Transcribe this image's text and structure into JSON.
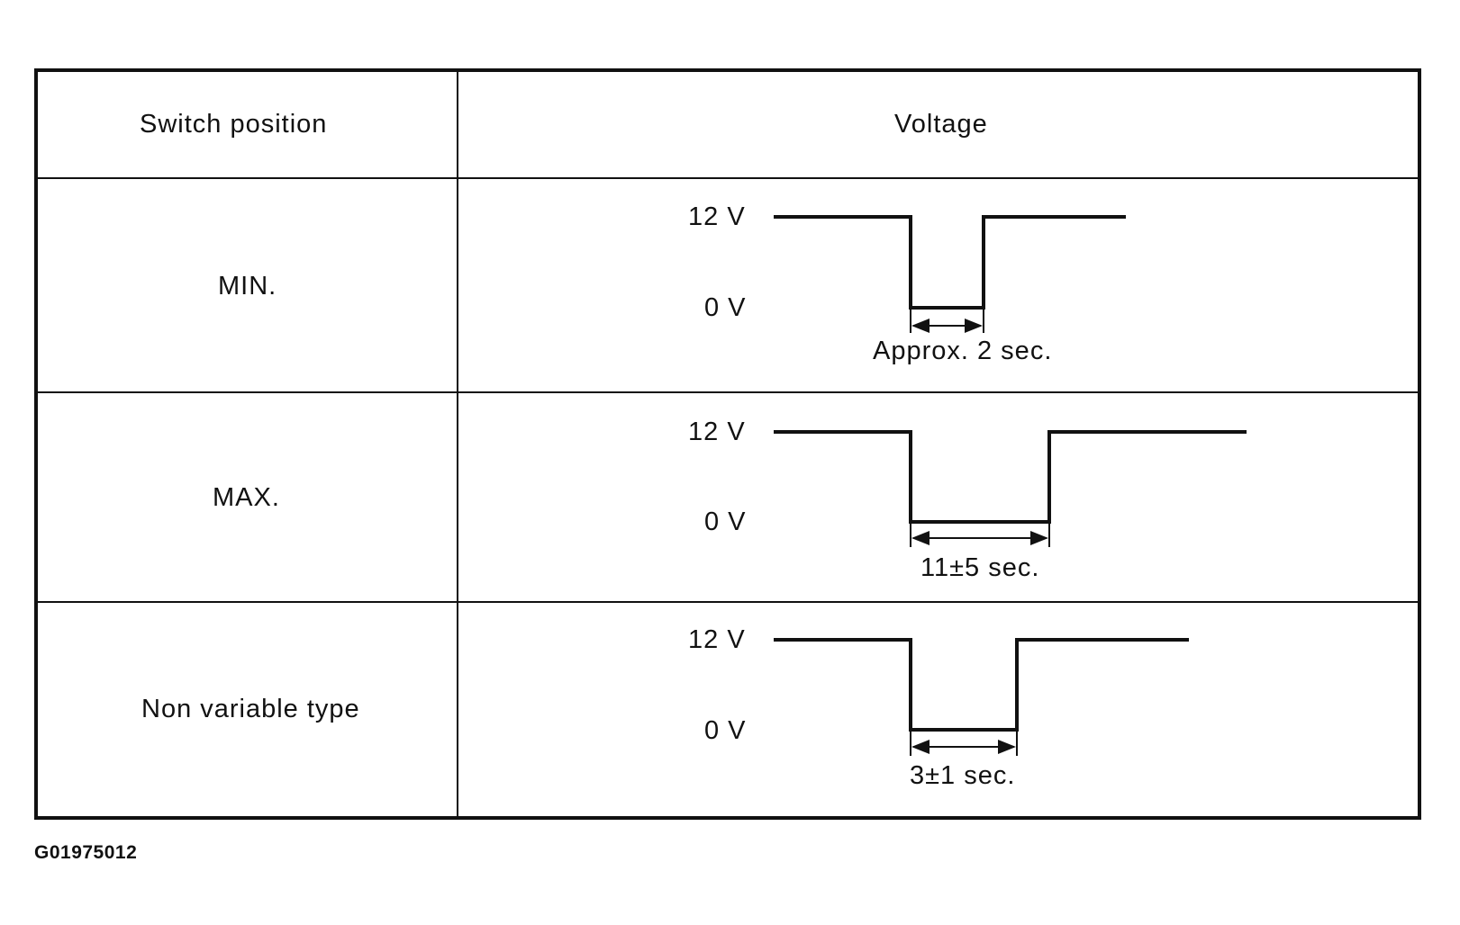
{
  "table": {
    "header": {
      "col1": "Switch position",
      "col2": "Voltage"
    },
    "rows": [
      {
        "position": "MIN.",
        "high_label": "12 V",
        "low_label": "0 V",
        "duration_label": "Approx. 2 sec."
      },
      {
        "position": "MAX.",
        "high_label": "12 V",
        "low_label": "0 V",
        "duration_label": "11±5 sec."
      },
      {
        "position": "Non variable type",
        "high_label": "12 V",
        "low_label": "0 V",
        "duration_label": "3±1 sec."
      }
    ]
  },
  "figure_id": "G01975012"
}
